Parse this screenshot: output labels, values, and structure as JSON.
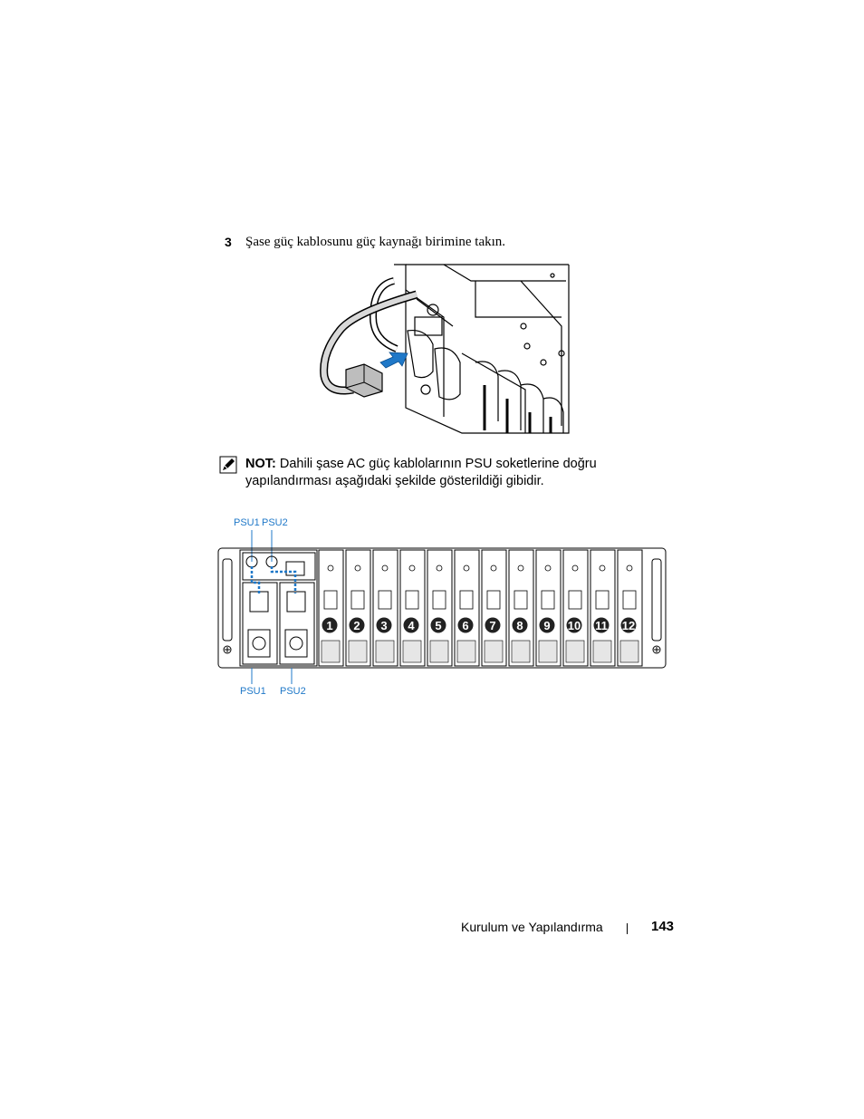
{
  "step": {
    "number": "3",
    "text": "Şase güç kablosunu güç kaynağı birimine takın."
  },
  "note": {
    "icon": "pencil-note-icon",
    "label": "NOT:",
    "text": "Dahili şase AC güç kablolarının PSU soketlerine doğru yapılandırması aşağıdaki şekilde gösterildiği gibidir."
  },
  "figure2": {
    "top_labels": [
      "PSU1",
      "PSU2"
    ],
    "bottom_labels": [
      "PSU1",
      "PSU2"
    ],
    "slots": [
      "1",
      "2",
      "3",
      "4",
      "5",
      "6",
      "7",
      "8",
      "9",
      "10",
      "11",
      "12"
    ],
    "accent_color": "#1f78c8"
  },
  "footer": {
    "section": "Kurulum ve Yapılandırma",
    "page": "143"
  }
}
